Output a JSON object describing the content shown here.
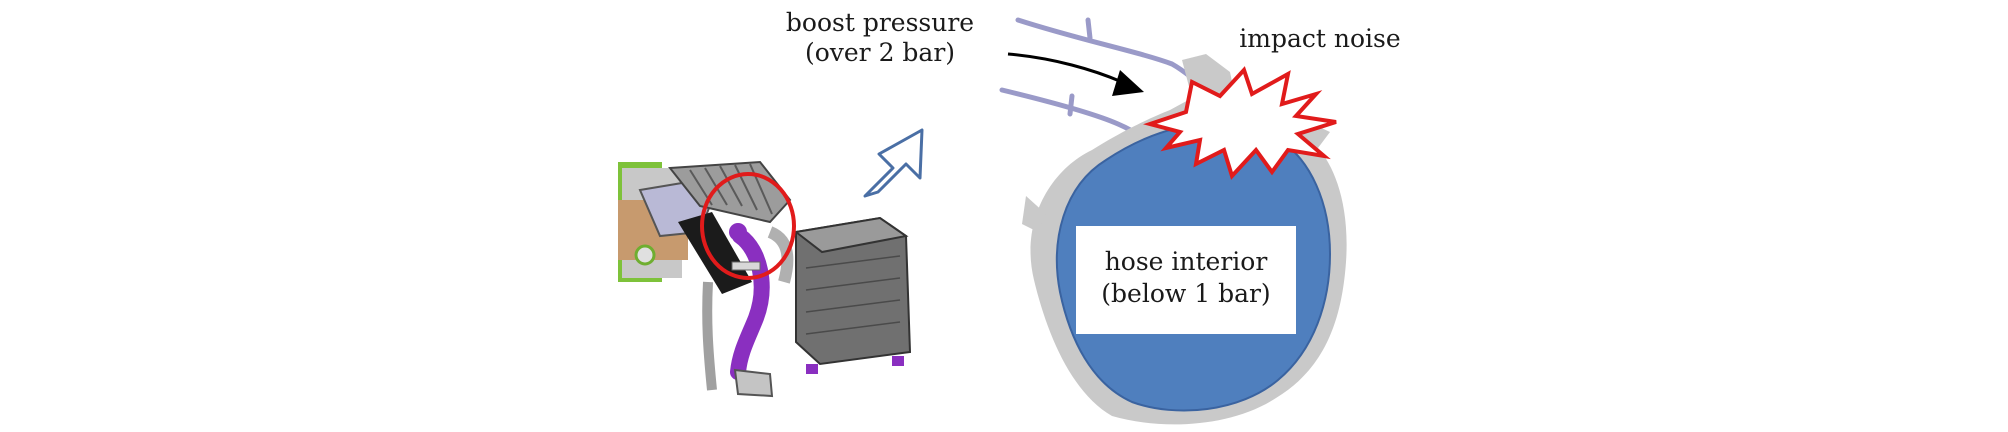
{
  "labels": {
    "boost_line1": "boost pressure",
    "boost_line2": "(over 2 bar)",
    "impact": "impact noise",
    "hose_line1": "hose interior",
    "hose_line2": "(below 1 bar)"
  },
  "colors": {
    "hose_interior": "#4f7fbe",
    "hose_wall": "#c9c9c9",
    "pipe": "#9a9ac8",
    "impact_star": "#e11b1b",
    "callout_circle": "#e11b1b",
    "hose_purple": "#8a2fc0",
    "engine_gray": "#6a6a6a"
  },
  "icons": {
    "direction_arrow": "outline-arrow-up-right-icon",
    "flow_arrow": "curved-black-arrow-icon",
    "impact": "red-starburst-icon"
  }
}
